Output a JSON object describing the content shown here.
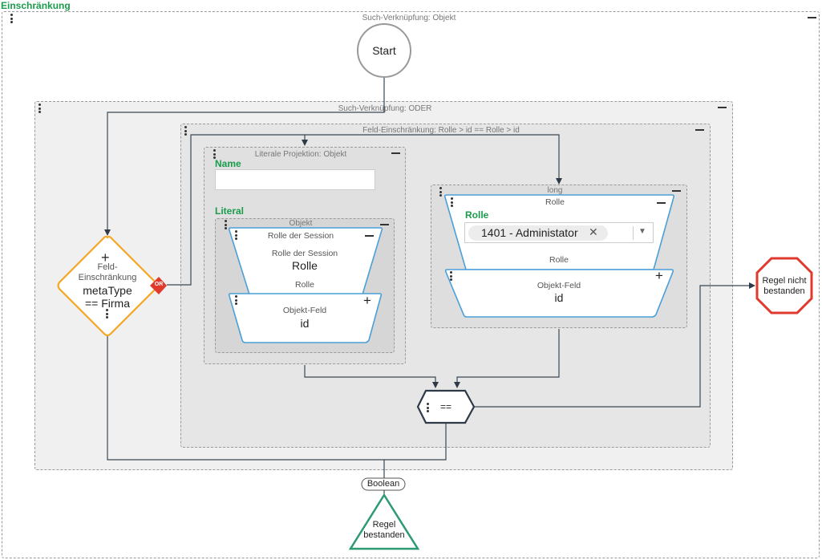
{
  "title": "Einschränkung",
  "outer": {
    "caption": "Such-Verknüpfung: Objekt"
  },
  "start": {
    "label": "Start"
  },
  "or_group": {
    "caption": "Such-Verknüpfung: ODER"
  },
  "field_constraint": {
    "caption": "Feld-Einschränkung: Rolle > id == Rolle > id"
  },
  "literal_proj": {
    "caption": "Literale Projektion: Objekt",
    "name_label": "Name",
    "name_value": "",
    "literal_label": "Literal",
    "objekt_caption": "Objekt",
    "session": {
      "header": "Rolle der Session",
      "sub": "Rolle der Session",
      "value": "Rolle"
    },
    "connector_label": "Rolle",
    "field": {
      "sub": "Objekt-Feld",
      "value": "id"
    }
  },
  "long_box": {
    "caption": "long",
    "role": {
      "header": "Rolle",
      "label": "Rolle",
      "chip": "1401 - Administator"
    },
    "connector_label": "Rolle",
    "field": {
      "sub": "Objekt-Feld",
      "value": "id"
    }
  },
  "diamond": {
    "line1": "Feld-",
    "line2": "Einschränkung",
    "value1": "metaType",
    "value2": "== Firma",
    "or_badge": "OR"
  },
  "equals": {
    "label": "=="
  },
  "fail": {
    "line1": "Regel nicht",
    "line2": "bestanden"
  },
  "boolean": {
    "label": "Boolean"
  },
  "pass": {
    "line1": "Regel",
    "line2": "bestanden"
  },
  "colors": {
    "green": "#1a9c4b",
    "orange": "#f5a623",
    "red": "#e03a2f",
    "blue": "#4a9fd8",
    "teal": "#2e9a72"
  }
}
